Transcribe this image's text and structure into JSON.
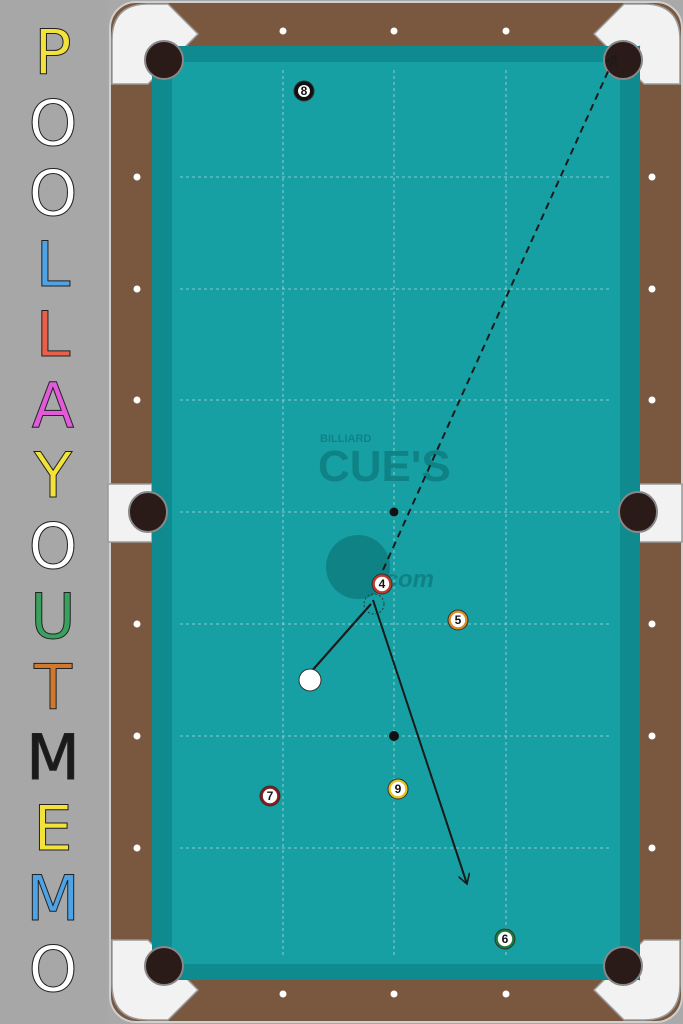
{
  "title": {
    "letters": [
      {
        "char": "P",
        "color": "#f2e23a"
      },
      {
        "char": "O",
        "color": "#ffffff"
      },
      {
        "char": "O",
        "color": "#ffffff"
      },
      {
        "char": "L",
        "color": "#4da3e6"
      },
      {
        "char": "L",
        "color": "#e8604a"
      },
      {
        "char": "A",
        "color": "#e25ad9"
      },
      {
        "char": "Y",
        "color": "#f2e23a"
      },
      {
        "char": "O",
        "color": "#ffffff"
      },
      {
        "char": "U",
        "color": "#3aa05e"
      },
      {
        "char": "T",
        "color": "#d1782f"
      },
      {
        "char": "M",
        "color": "#1a1a1a"
      },
      {
        "char": "E",
        "color": "#f2e23a"
      },
      {
        "char": "M",
        "color": "#4da3e6"
      },
      {
        "char": "O",
        "color": "#ffffff"
      }
    ]
  },
  "watermark": {
    "billiard": "BILLIARD",
    "cues": "CUE'S",
    "dotcom": ".com"
  },
  "balls": [
    {
      "id": "ball-8",
      "number": "8",
      "kind": "solid",
      "color": "#111111"
    },
    {
      "id": "ball-4",
      "number": "4",
      "kind": "stripe",
      "color": "#c0392b"
    },
    {
      "id": "ball-5",
      "number": "5",
      "kind": "stripe",
      "color": "#d98a1e"
    },
    {
      "id": "ball-7",
      "number": "7",
      "kind": "stripe",
      "color": "#8b1a1a"
    },
    {
      "id": "ball-9",
      "number": "9",
      "kind": "stripe",
      "color": "#e6c21e"
    },
    {
      "id": "ball-6",
      "number": "6",
      "kind": "stripe",
      "color": "#1e7a3a"
    },
    {
      "id": "cue-ball",
      "number": "",
      "kind": "cue",
      "color": "#ffffff"
    }
  ],
  "colors": {
    "cloth": "#16a0a4",
    "rail_wood": "#7a573f",
    "pocket": "#2a1a18",
    "corner_plate": "#f2f2f2",
    "diamond": "#ffffff"
  }
}
